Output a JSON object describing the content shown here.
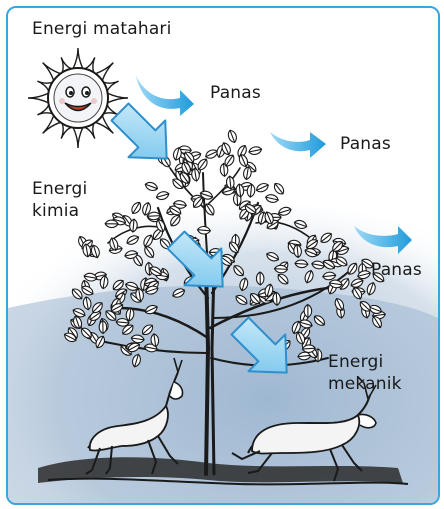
{
  "labels": {
    "solar_energy": "Energi matahari",
    "heat_1": "Panas",
    "heat_2": "Panas",
    "heat_3": "Panas",
    "chemical_energy_line1": "Energi",
    "chemical_energy_line2": "kimia",
    "mechanical_energy_line1": "Energi",
    "mechanical_energy_line2": "mekanik"
  },
  "icons": {
    "sun": "sun-icon",
    "tree": "tree-icon",
    "deer_left": "deer-icon",
    "deer_right": "deer-icon",
    "arrow": "arrow-icon"
  },
  "colors": {
    "frame_border": "#3aa6dd",
    "sky_haze": "#a9bfd6",
    "big_arrow_fill": "#8fd0f0",
    "big_arrow_stroke": "#2f8fcc",
    "heat_arrow": "#3fb0e6",
    "sun_face": "#ffffff",
    "ink": "#1a1a1a"
  }
}
